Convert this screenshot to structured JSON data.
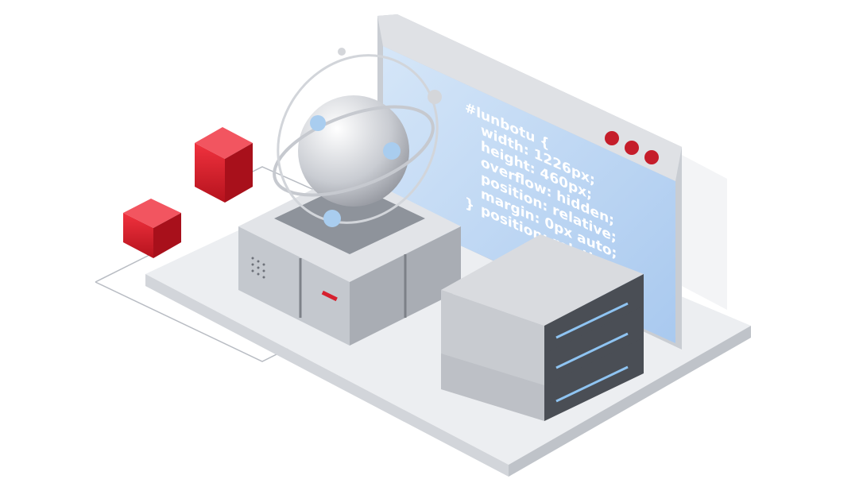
{
  "code_window": {
    "lines": [
      "#lunbotu {",
      "width: 1226px;",
      "height: 460px;",
      "overflow: hidden;",
      "position: relative;",
      "margin: 0px auto;",
      "position: relative;",
      "}"
    ]
  },
  "colors": {
    "accent_red": "#d6202e",
    "screen_blue": "#b9d4f2",
    "platform": "#e8e9ec",
    "server_dark": "#4a4e55"
  }
}
